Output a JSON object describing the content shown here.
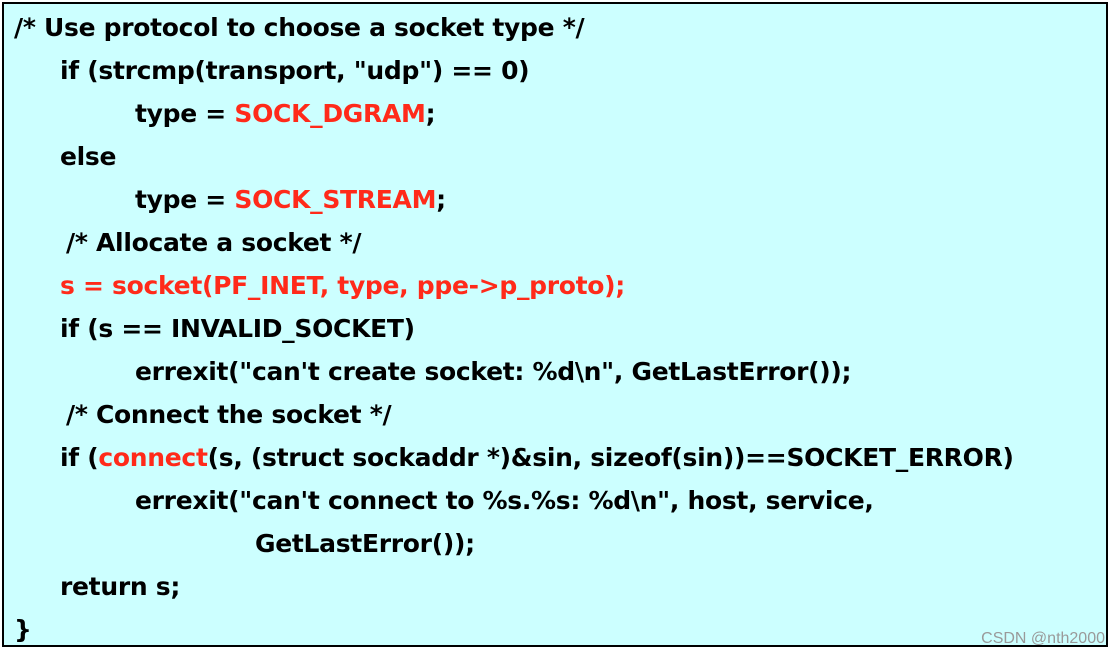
{
  "code": {
    "lines": [
      [
        {
          "t": "/* Use protocol to choose a socket type */",
          "c": "black"
        }
      ],
      [
        {
          "t": "if (strcmp(transport, \"udp\") == 0)",
          "c": "black"
        }
      ],
      [
        {
          "t": "type = ",
          "c": "black"
        },
        {
          "t": "SOCK_DGRAM",
          "c": "red"
        },
        {
          "t": ";",
          "c": "black"
        }
      ],
      [
        {
          "t": "else",
          "c": "black"
        }
      ],
      [
        {
          "t": "type = ",
          "c": "black"
        },
        {
          "t": "SOCK_STREAM",
          "c": "red"
        },
        {
          "t": ";",
          "c": "black"
        }
      ],
      [
        {
          "t": "/* Allocate a socket */",
          "c": "black"
        }
      ],
      [
        {
          "t": "s = socket(PF_INET, type, ppe->p_proto);",
          "c": "red"
        }
      ],
      [
        {
          "t": "if (s == INVALID_SOCKET)",
          "c": "black"
        }
      ],
      [
        {
          "t": "errexit(\"can't create socket: %d\\n\", GetLastError());",
          "c": "black"
        }
      ],
      [
        {
          "t": "/* Connect the socket */",
          "c": "black"
        }
      ],
      [
        {
          "t": "if (",
          "c": "black"
        },
        {
          "t": "connect",
          "c": "red"
        },
        {
          "t": "(s, (struct sockaddr *)&sin, sizeof(sin))==SOCKET_ERROR)",
          "c": "black"
        }
      ],
      [
        {
          "t": "errexit(\"can't connect to %s.%s: %d\\n\", host, service,",
          "c": "black"
        }
      ],
      [
        {
          "t": "GetLastError());",
          "c": "black"
        }
      ],
      [
        {
          "t": "return s;",
          "c": "black"
        }
      ],
      [
        {
          "t": "}",
          "c": "black"
        }
      ]
    ]
  },
  "colors": {
    "background": "#ccffff",
    "text": "#000000",
    "highlight": "#ff2a1a",
    "watermark": "#9a9a9a"
  },
  "watermark": "CSDN @nth2000"
}
